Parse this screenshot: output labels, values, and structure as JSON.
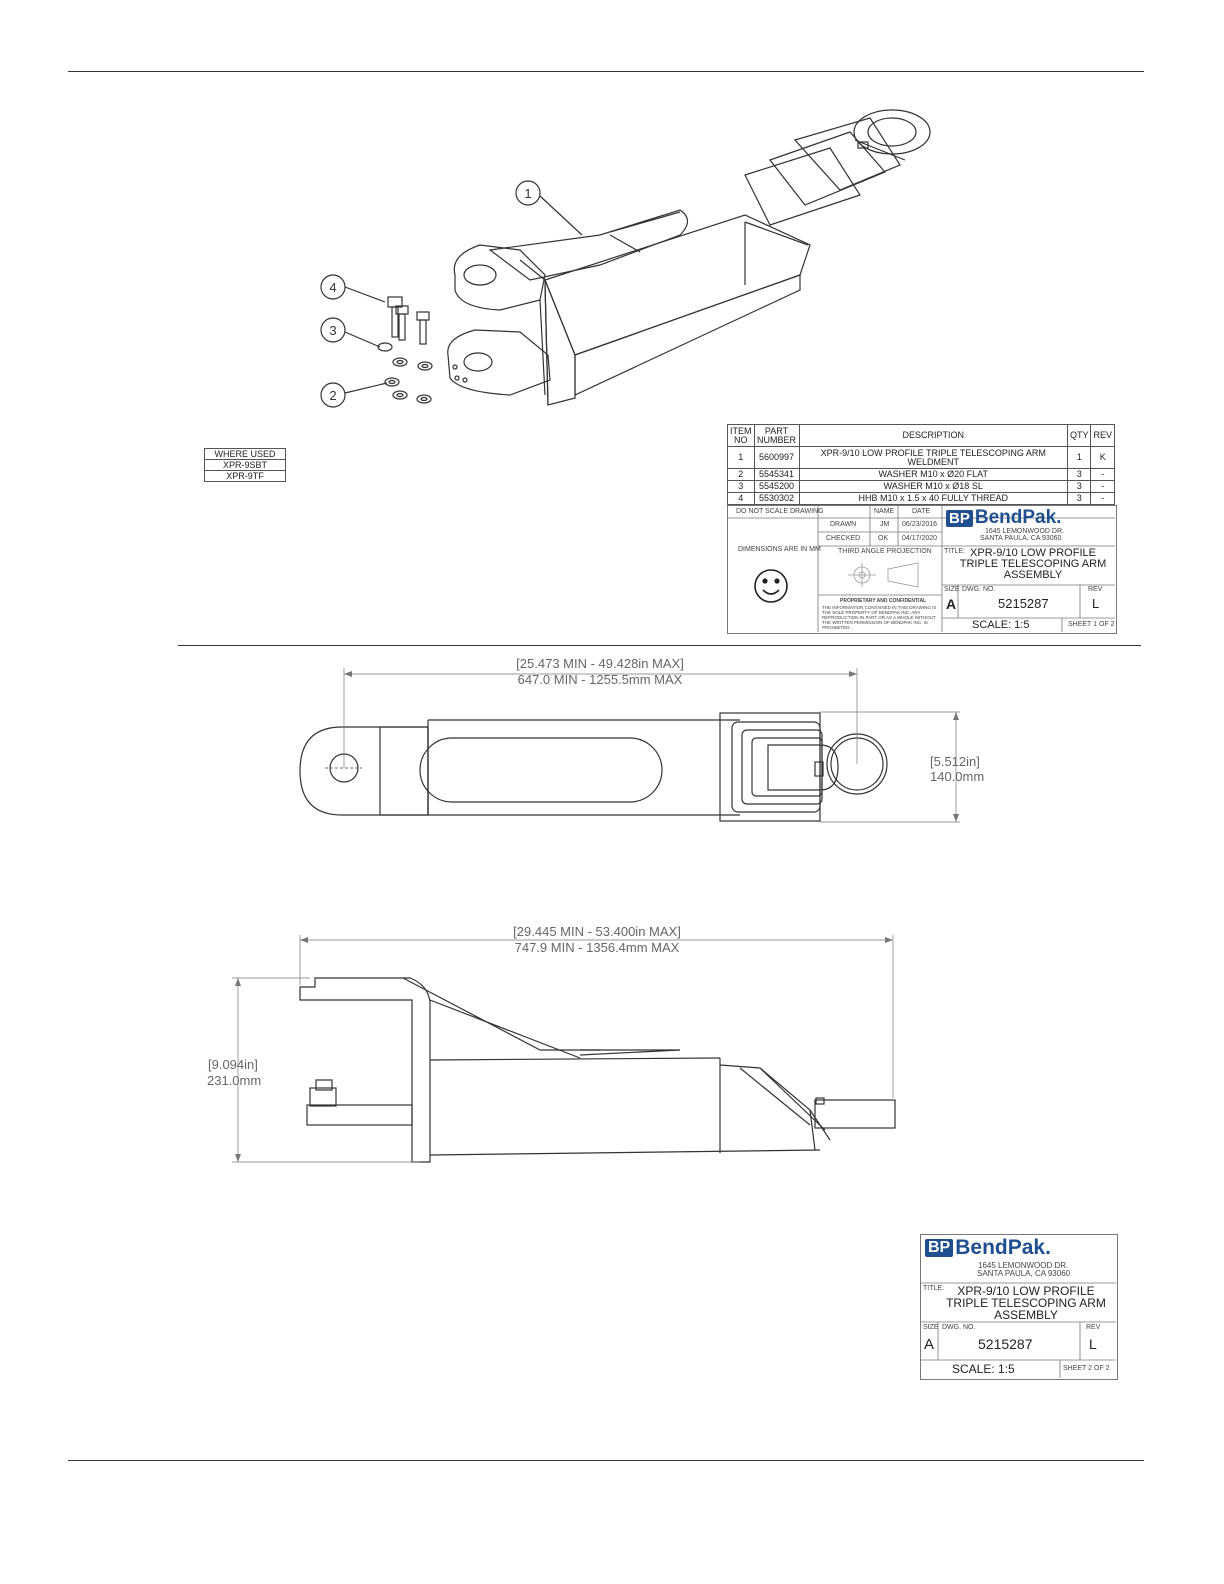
{
  "bom": {
    "headers": {
      "item": "ITEM NO",
      "part": "PART NUMBER",
      "desc": "DESCRIPTION",
      "qty": "QTY",
      "rev": "REV"
    },
    "rows": [
      {
        "item": "1",
        "part": "5600997",
        "desc": "XPR-9/10 LOW PROFILE TRIPLE TELESCOPING ARM WELDMENT",
        "qty": "1",
        "rev": "K"
      },
      {
        "item": "2",
        "part": "5545341",
        "desc": "WASHER M10 x Ø20 FLAT",
        "qty": "3",
        "rev": "-"
      },
      {
        "item": "3",
        "part": "5545200",
        "desc": "WASHER M10 x Ø18 SL",
        "qty": "3",
        "rev": "-"
      },
      {
        "item": "4",
        "part": "5530302",
        "desc": "HHB M10 x 1.5 x 40 FULLY THREAD",
        "qty": "3",
        "rev": "-"
      }
    ]
  },
  "where_used": {
    "header": "WHERE USED",
    "items": [
      "XPR-9SBT",
      "XPR-9TF"
    ]
  },
  "balloons": [
    "1",
    "4",
    "3",
    "2"
  ],
  "title_block": {
    "do_not_scale": "DO NOT SCALE DRAWING",
    "dims_in_mm": "DIMENSIONS ARE IN MM",
    "name_label": "NAME",
    "date_label": "DATE",
    "drawn_label": "DRAWN",
    "drawn_name": "JM",
    "drawn_date": "06/23/2016",
    "checked_label": "CHECKED",
    "checked_name": "OK",
    "checked_date": "04/17/2020",
    "projection": "THIRD ANGLE PROJECTION",
    "proprietary_title": "PROPRIETARY AND CONFIDENTIAL",
    "proprietary_text": "THE INFORMATION CONTAINED IN THIS DRAWING IS THE SOLE PROPERTY OF BENDPAK INC. ANY REPRODUCTION IN PART OR AS A WHOLE WITHOUT THE WRITTEN PERMISSION OF BENDPAK INC. IS PROHIBITED.",
    "logo_bp": "BP",
    "logo_name": "BendPak.",
    "address1": "1645 LEMONWOOD DR.",
    "address2": "SANTA PAULA, CA 93060",
    "title_label": "TITLE:",
    "title_line1": "XPR-9/10 LOW PROFILE",
    "title_line2": "TRIPLE TELESCOPING ARM",
    "title_line3": "ASSEMBLY",
    "size_label": "SIZE",
    "size": "A",
    "dwg_label": "DWG. NO.",
    "dwg_no": "5215287",
    "rev_label": "REV",
    "rev": "L",
    "scale": "SCALE: 1:5",
    "sheet1": "SHEET 1 OF 2",
    "sheet2": "SHEET 2 OF 2"
  },
  "dims": {
    "top_in": "[25.473 MIN - 49.428in MAX]",
    "top_mm": "647.0 MIN - 1255.5mm MAX",
    "height_in": "[5.512in]",
    "height_mm": "140.0mm",
    "side_in": "[29.445 MIN - 53.400in MAX]",
    "side_mm": "747.9 MIN - 1356.4mm MAX",
    "side_h_in": "[9.094in]",
    "side_h_mm": "231.0mm"
  }
}
